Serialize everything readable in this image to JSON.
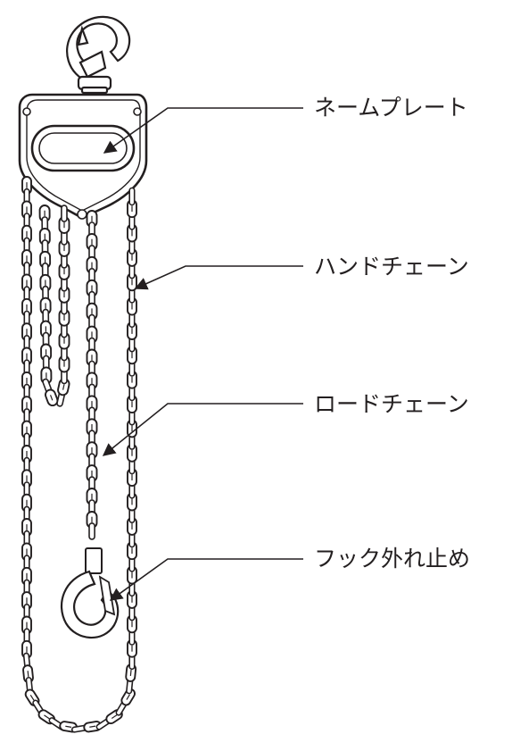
{
  "figure": {
    "subject": "chain block (manual chain hoist)",
    "line_color": "#231f20",
    "fill_color": "#ffffff"
  },
  "callouts": [
    {
      "id": "name-plate",
      "label": "ネームプレート"
    },
    {
      "id": "hand-chain",
      "label": "ハンドチェーン"
    },
    {
      "id": "load-chain",
      "label": "ロードチェーン"
    },
    {
      "id": "hook-latch",
      "label": "フック外れ止め"
    }
  ]
}
